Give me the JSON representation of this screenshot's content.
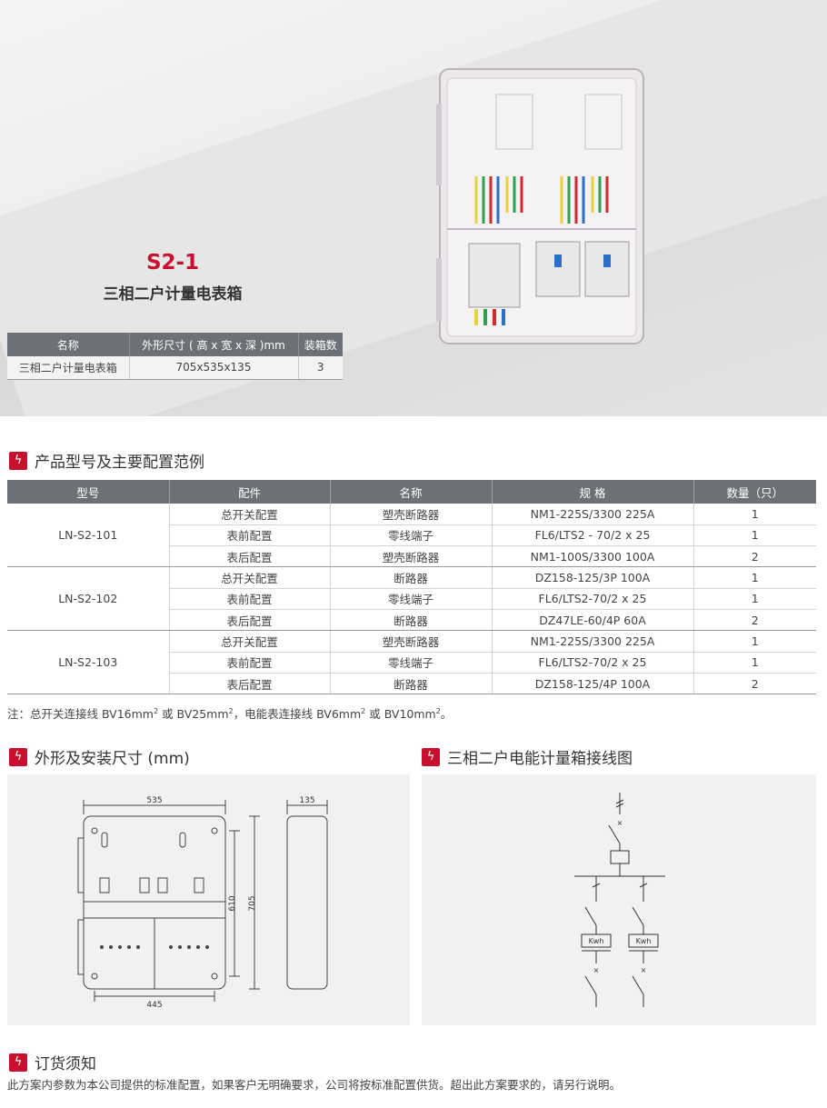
{
  "hero": {
    "model_code": "S2-1",
    "model_name": "三相二户计量电表箱",
    "spec_table": {
      "headers": [
        "名称",
        "外形尺寸 ( 高 x 宽 x 深 )mm",
        "装箱数"
      ],
      "row": [
        "三相二户计量电表箱",
        "705x535x135",
        "3"
      ]
    }
  },
  "config_section": {
    "title": "产品型号及主要配置范例",
    "headers": [
      "型号",
      "配件",
      "名称",
      "规 格",
      "数量（只）"
    ],
    "groups": [
      {
        "model": "LN-S2-101",
        "rows": [
          [
            "总开关配置",
            "塑壳断路器",
            "NM1-225S/3300 225A",
            "1"
          ],
          [
            "表前配置",
            "零线端子",
            "FL6/LTS2 - 70/2 x 25",
            "1"
          ],
          [
            "表后配置",
            "塑壳断路器",
            "NM1-100S/3300 100A",
            "2"
          ]
        ]
      },
      {
        "model": "LN-S2-102",
        "rows": [
          [
            "总开关配置",
            "断路器",
            "DZ158-125/3P 100A",
            "1"
          ],
          [
            "表前配置",
            "零线端子",
            "FL6/LTS2-70/2 x 25",
            "1"
          ],
          [
            "表后配置",
            "断路器",
            "DZ47LE-60/4P 60A",
            "2"
          ]
        ]
      },
      {
        "model": "LN-S2-103",
        "rows": [
          [
            "总开关配置",
            "塑壳断路器",
            "NM1-225S/3300 225A",
            "1"
          ],
          [
            "表前配置",
            "零线端子",
            "FL6/LTS2-70/2 x 25",
            "1"
          ],
          [
            "表后配置",
            "断路器",
            "DZ158-125/4P 100A",
            "2"
          ]
        ]
      }
    ],
    "note": {
      "p1": "注：总开关连接线 BV16mm",
      "p2": " 或 BV25mm",
      "p3": "，电能表连接线 BV6mm",
      "p4": " 或 BV10mm",
      "p5": "。",
      "sup": "2"
    }
  },
  "dimension_section": {
    "title": "外形及安装尺寸 (mm)",
    "dims": {
      "width": "535",
      "depth": "135",
      "height_inner": "610",
      "height": "705",
      "bottom": "445"
    }
  },
  "wiring_section": {
    "title": "三相二户电能计量箱接线图",
    "meter_label": "Kwh"
  },
  "order_section": {
    "title": "订货须知",
    "text": "此方案内参数为本公司提供的标准配置，如果客户无明确要求，公司将按标准配置供货。超出此方案要求的，请另行说明。"
  },
  "colors": {
    "accent": "#c8102e",
    "header_bg": "#6b7176"
  },
  "icons": {
    "section": "lightning-icon"
  }
}
